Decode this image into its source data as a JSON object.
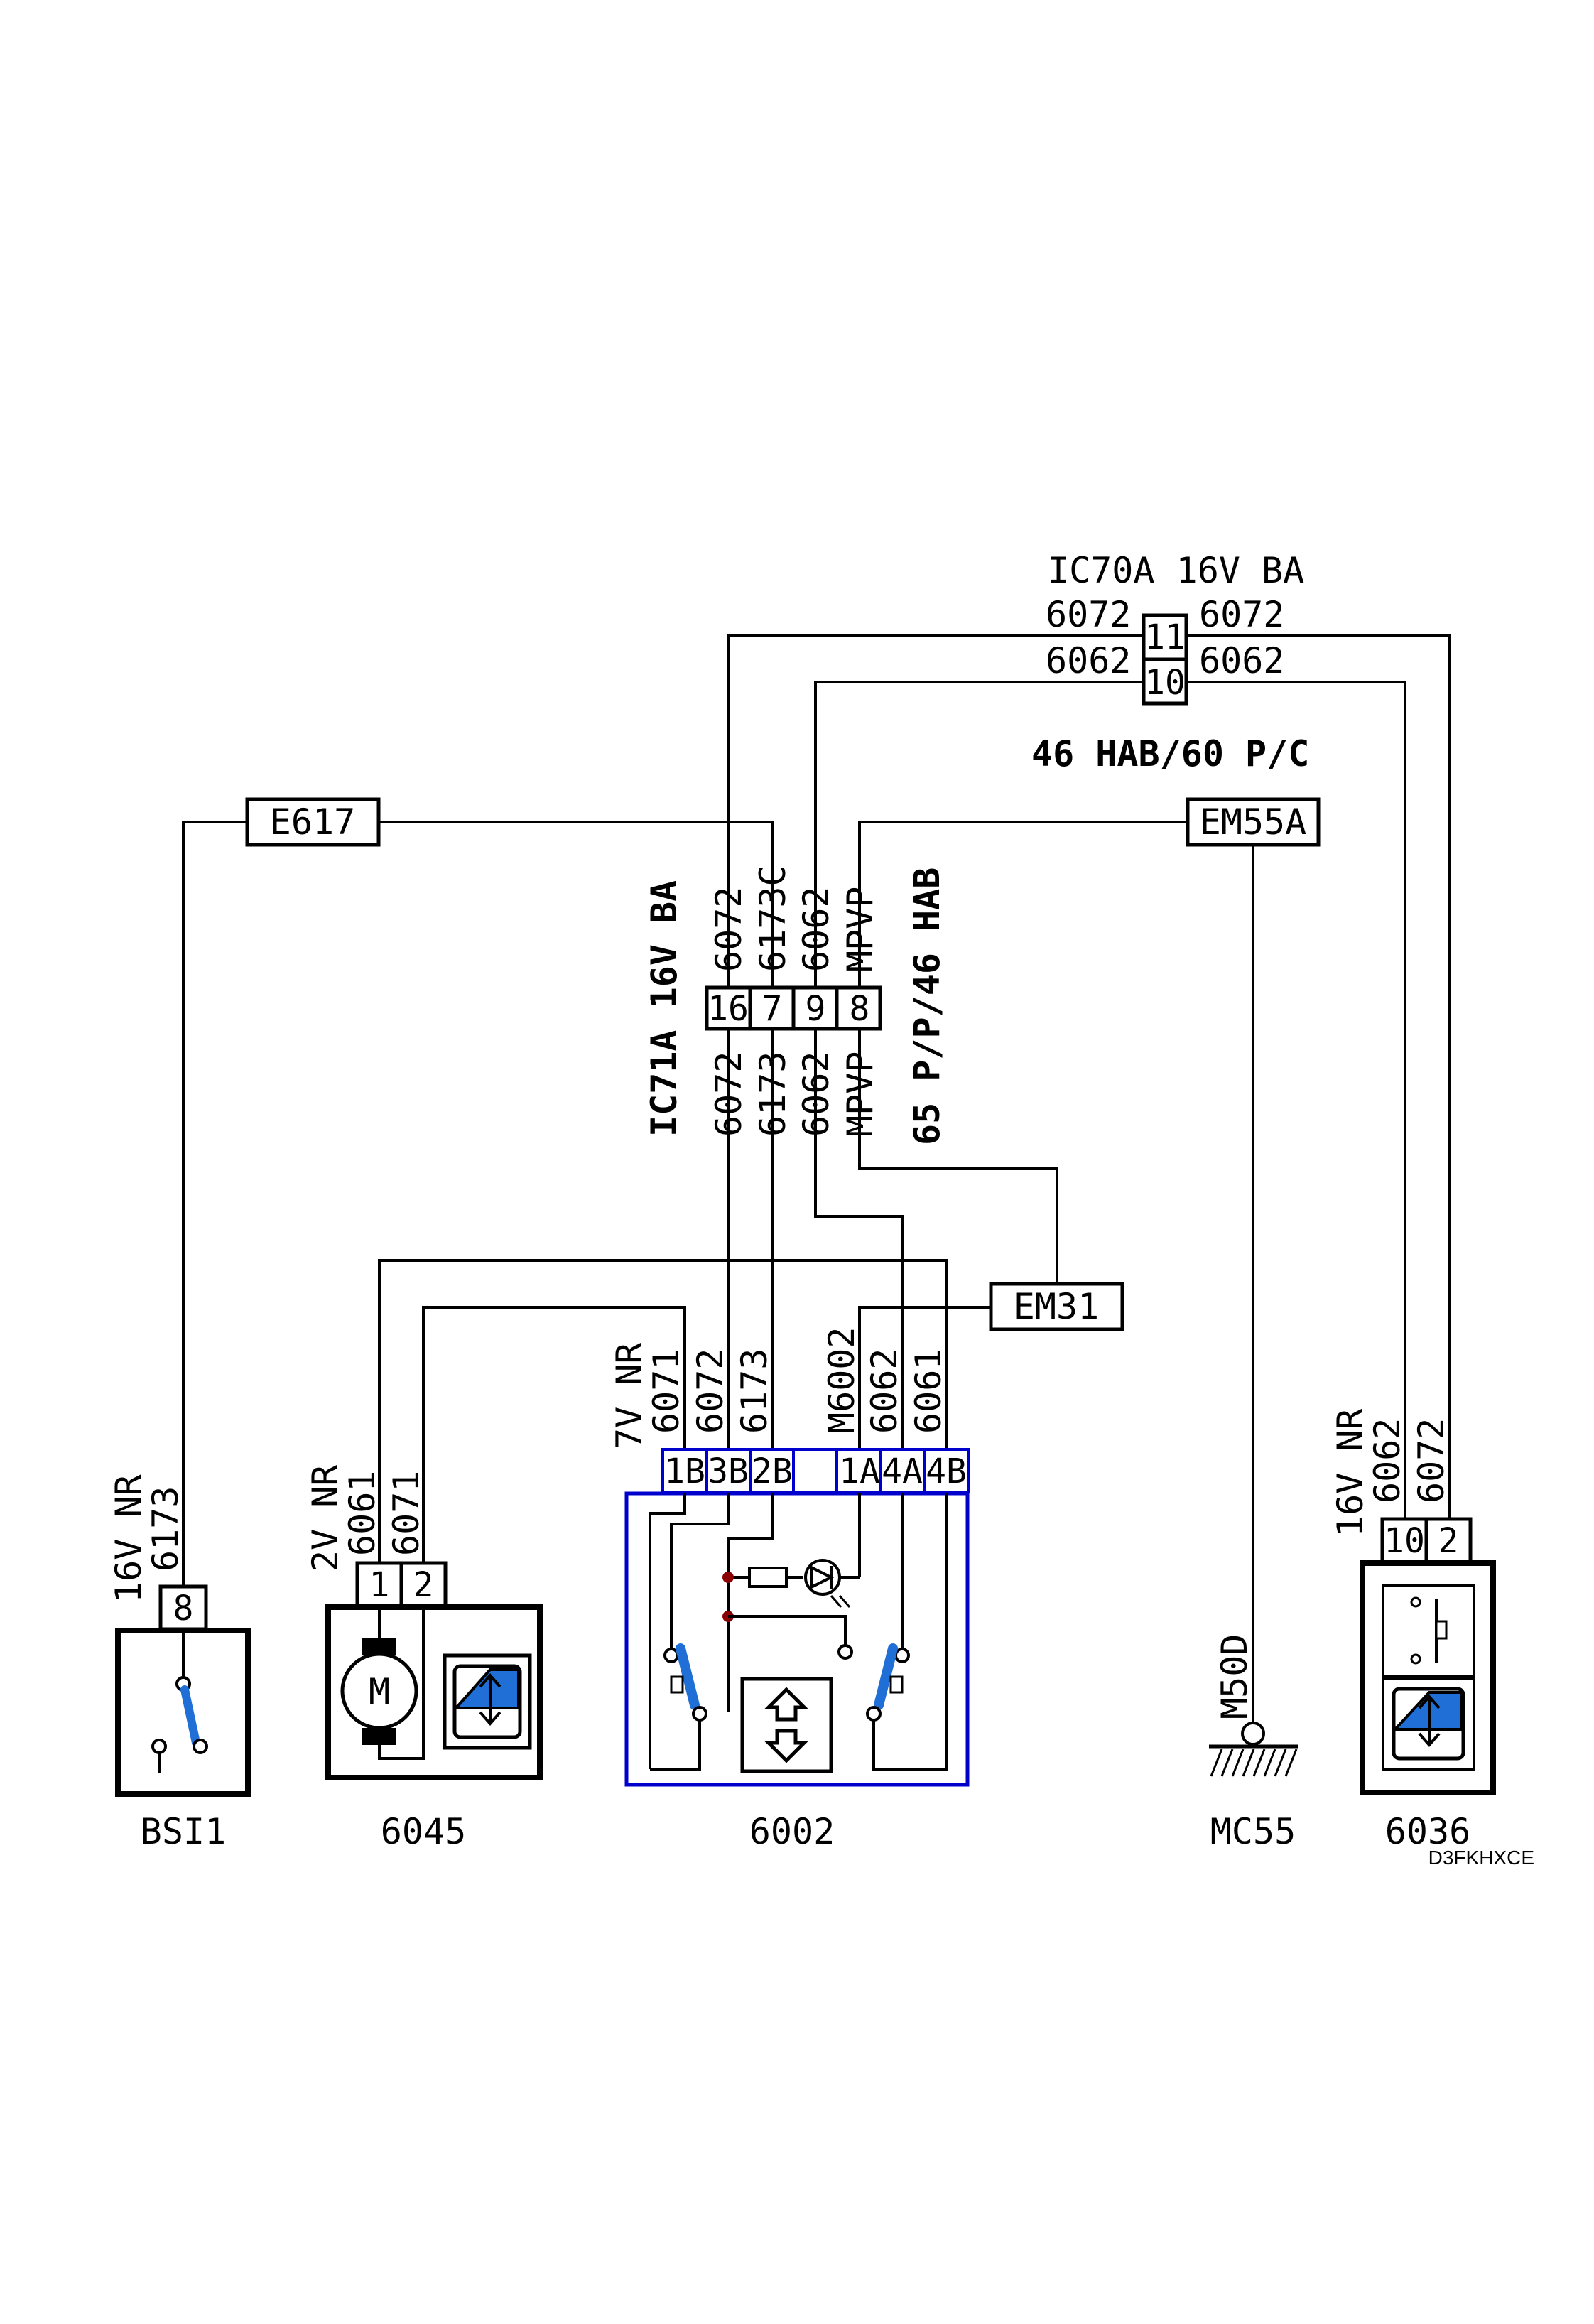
{
  "colors": {
    "ink": "#000000",
    "blue_frame": "#0000cc",
    "blue_fill": "#1f6fd6",
    "terminal": "#8b0000"
  },
  "connectors": {
    "ic70a": {
      "name": "IC70A 16V BA",
      "pins": [
        "11",
        "10"
      ],
      "left_wires": [
        "6072",
        "6062"
      ],
      "right_wires": [
        "6072",
        "6062"
      ]
    },
    "ic71a": {
      "name": "IC71A 16V BA",
      "pins": [
        "16",
        "7",
        "9",
        "8"
      ],
      "top_wires": [
        "6072",
        "6173C",
        "6062",
        "MPVP"
      ],
      "bottom_wires": [
        "6072",
        "6173",
        "6062",
        "MPVP"
      ]
    }
  },
  "notes": {
    "hab_pc": "46 HAB/60 P/C",
    "pp_hab": "65 P/P/46 HAB"
  },
  "splices": {
    "e617": "E617",
    "em55a": "EM55A",
    "em31": "EM31"
  },
  "components": {
    "bsi1": {
      "name": "BSI1",
      "header": "16V NR",
      "wire": "6173",
      "pins": [
        "8"
      ]
    },
    "c6045": {
      "name": "6045",
      "header": "2V NR",
      "wires": [
        "6061",
        "6071"
      ],
      "pins": [
        "1",
        "2"
      ],
      "motor": "M"
    },
    "c6002": {
      "name": "6002",
      "header_left": "7V NR",
      "wires_left": [
        "6071",
        "6072",
        "6173"
      ],
      "wires_right": [
        "M6002",
        "6062",
        "6061"
      ],
      "pins": [
        "1B",
        "3B",
        "2B",
        "1A",
        "4A",
        "4B"
      ]
    },
    "mc55": {
      "name": "MC55",
      "wire": "M50D"
    },
    "c6036": {
      "name": "6036",
      "header": "16V NR",
      "wires": [
        "6062",
        "6072"
      ],
      "pins": [
        "10",
        "2"
      ]
    }
  },
  "ref": "D3FKHXCE"
}
